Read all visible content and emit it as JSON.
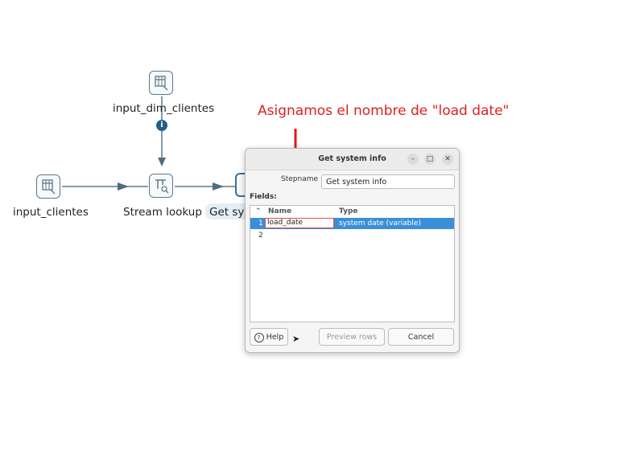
{
  "annotation": "Asignamos el nombre de \"load date\"",
  "canvas": {
    "steps": {
      "input_dim_clientes": "input_dim_clientes",
      "input_clientes": "input_clientes",
      "stream_lookup": "Stream lookup",
      "get_system_info": "Get sys"
    },
    "info_badge": "i"
  },
  "dialog": {
    "title": "Get system info",
    "stepname_label": "Stepname",
    "stepname_value": "Get system info",
    "fields_label": "Fields:",
    "columns": {
      "name": "Name",
      "type": "Type"
    },
    "rows": [
      {
        "num": "1",
        "name": "load_date",
        "type": "system date (variable)"
      },
      {
        "num": "2",
        "name": "",
        "type": ""
      }
    ],
    "buttons": {
      "help": "Help",
      "preview": "Preview rows",
      "cancel": "Cancel"
    }
  },
  "colors": {
    "accent": "#3a8fd8",
    "annotation": "#e02020",
    "arrow": "#e8141c"
  }
}
